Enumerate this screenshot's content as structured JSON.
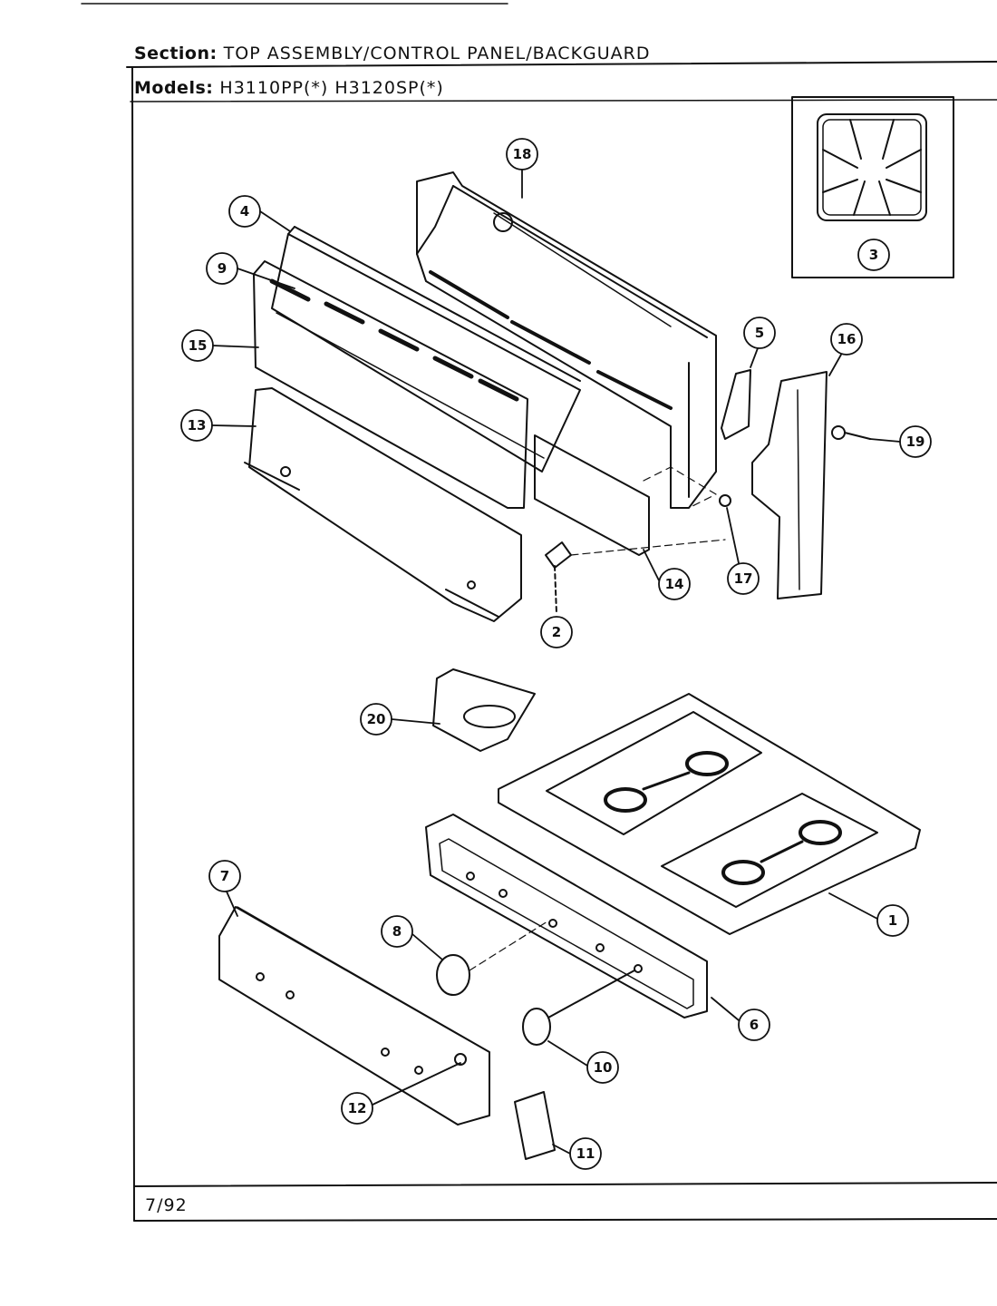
{
  "header": {
    "section_label": "Section:",
    "section_value": "TOP ASSEMBLY/CONTROL PANEL/BACKGUARD",
    "models_label": "Models:",
    "models_value": "H3110PP(*)   H3120SP(*)"
  },
  "footer": {
    "date": "7/92"
  },
  "callouts": [
    "1",
    "2",
    "3",
    "4",
    "5",
    "6",
    "7",
    "8",
    "9",
    "10",
    "11",
    "12",
    "13",
    "14",
    "15",
    "16",
    "17",
    "18",
    "19",
    "20"
  ]
}
